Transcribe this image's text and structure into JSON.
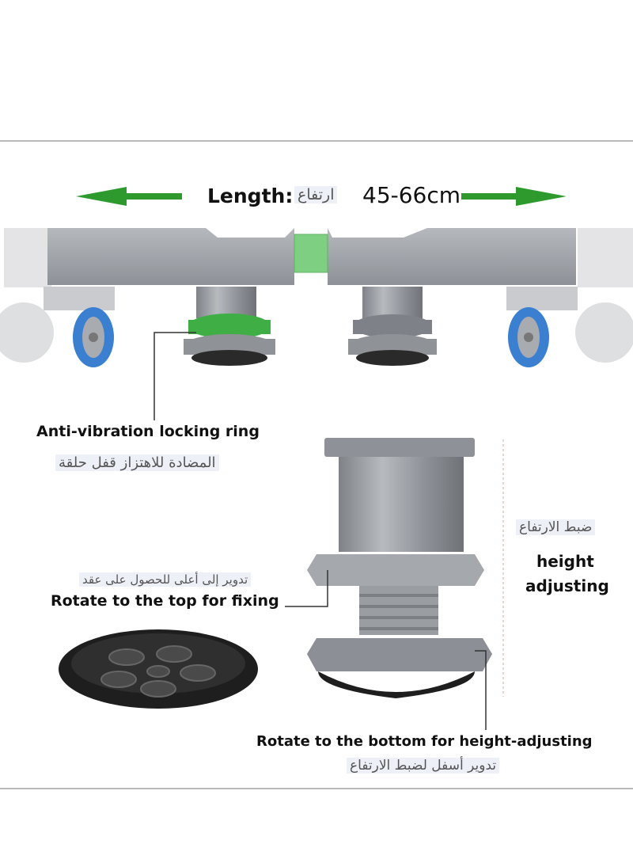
{
  "length": {
    "label": "Length:",
    "arabic": "ارتفاع",
    "range": "45-66cm"
  },
  "callouts": {
    "locking_ring": {
      "en": "Anti-vibration locking ring",
      "ar": "المضادة للاهتزاز قفل حلقة"
    },
    "height": {
      "ar": "ضبط الارتفاع",
      "en_line1": "height",
      "en_line2": "adjusting"
    },
    "top": {
      "ar": "تدوير إلى أعلى للحصول على عقد",
      "en": "Rotate to the top for fixing"
    },
    "bottom": {
      "en": "Rotate to the bottom for height-adjusting",
      "ar": "تدوير أسفل لضبط الارتفاع"
    }
  },
  "colors": {
    "arrow_green": "#2e9a2e",
    "frame_gray": "#9a9da3",
    "ring_green": "#3fae45",
    "wheel_blue": "#3a7fd0",
    "pad_black": "#1e1e1e"
  },
  "icons": {
    "left_arrow": "arrow-left-icon",
    "right_arrow": "arrow-right-icon"
  }
}
